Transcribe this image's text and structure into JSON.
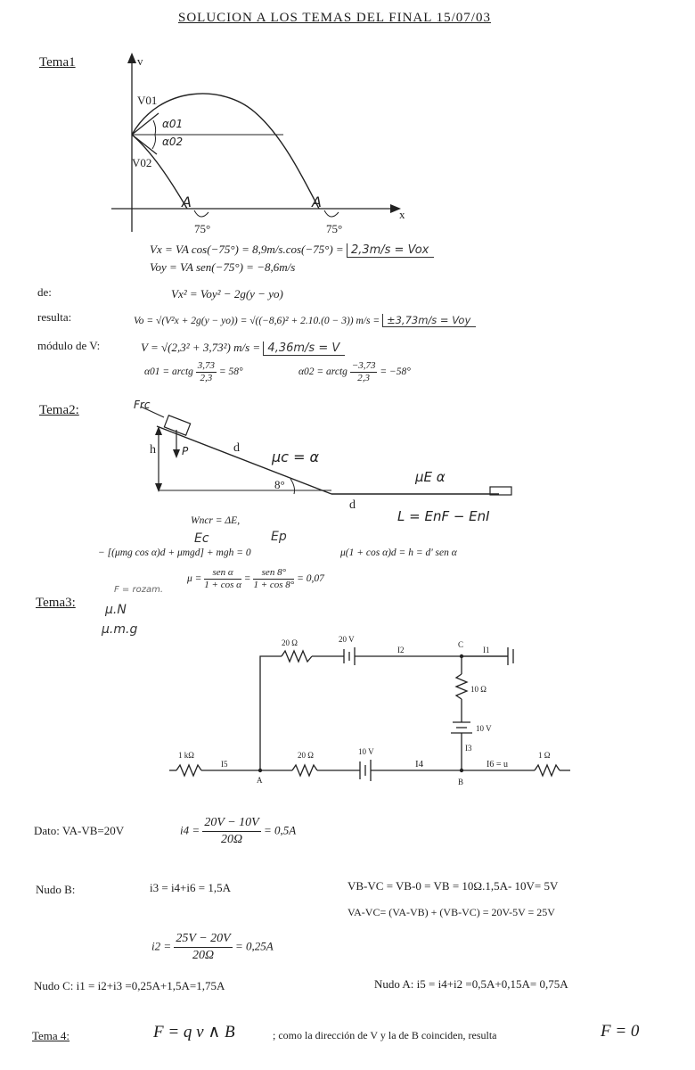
{
  "title": "SOLUCION A LOS TEMAS DEL FINAL 15/07/03",
  "tema1": {
    "heading": "Tema1",
    "diagram": {
      "axis_v": "v",
      "axis_x": "x",
      "v01": "V01",
      "v02": "V02",
      "alpha01": "α01",
      "alpha02": "α02",
      "point_a1": "A",
      "point_a2": "A",
      "angle1": "75°",
      "angle2": "75°"
    },
    "eq_vx": "Vx = VA cos(−75°) = 8,9m/s.cos(−75°) =",
    "eq_vx_box": "2,3m/s = Vox",
    "eq_vy": "Voy = VA sen(−75°) = −8,6m/s",
    "label_de": "de:",
    "eq_de": "Vx² = Voy² − 2g(y − yo)",
    "label_resulta": "resulta:",
    "eq_resulta": "Vo = √(V²x + 2g(y − yo)) = √((−8,6)² + 2.10.(0 − 3)) m/s =",
    "eq_resulta_box": "±3,73m/s = Voy",
    "label_modulo": "módulo de V:",
    "eq_modulo": "V = √(2,3² + 3,73²) m/s =",
    "eq_modulo_box": "4,36m/s = V",
    "alpha01_label": "α01 = arctg",
    "alpha01_num": "3,73",
    "alpha01_den": "2,3",
    "alpha01_result": "= 58°",
    "alpha02_label": "α02 = arctg",
    "alpha02_num": "−3,73",
    "alpha02_den": "2,3",
    "alpha02_result": "= −58°"
  },
  "tema2": {
    "heading": "Tema2:",
    "diagram": {
      "frc": "Frc",
      "p": "P",
      "h": "h",
      "d1": "d",
      "d2": "d",
      "mu_c": "μc = α",
      "mu_e": "μE α",
      "angle": "8°",
      "work_energy": "L = EnF − EnI"
    },
    "eq_w": "Wncr = ΔE,",
    "label_ec": "Ec",
    "label_ep": "Ep",
    "eq_main": "− [(μmg cos α)d + μmgd] + mgh = 0",
    "eq_right": "μ(1 + cos α)d = h = d' sen α",
    "mu_lhs": "μ =",
    "mu_num1": "sen α",
    "mu_den1": "1 + cos α",
    "mu_num2": "sen 8°",
    "mu_den2": "1 + cos 8°",
    "mu_result": "= 0,07",
    "note_f": "F = rozam.",
    "note_mn": "μ.N",
    "note_mmg": "μ.m.g"
  },
  "tema3": {
    "heading": "Tema3:",
    "circuit": {
      "r_top": "20 Ω",
      "v_top": "20 V",
      "i12": "I2",
      "node_c": "C",
      "i1": "I1",
      "r_mid": "10 Ω",
      "v_mid": "10 V",
      "i13": "I3",
      "r_left": "1 kΩ",
      "i15": "I5",
      "node_a": "A",
      "r_bottom": "20 Ω",
      "v_bottom": "10 V",
      "i14": "I4",
      "node_b": "B",
      "i16": "I6 = u",
      "r_right": "1 Ω"
    },
    "dato_label": "Dato: VA-VB=20V",
    "i4_lhs": "i4 =",
    "i4_num": "20V − 10V",
    "i4_den": "20Ω",
    "i4_result": "= 0,5A",
    "nudo_b_label": "Nudo B:",
    "nudo_b_eq": "i3 = i4+i6 = 1,5A",
    "vb_vc": "VB-VC = VB-0 = VB = 10Ω.1,5A- 10V= 5V",
    "va_vc": "VA-VC= (VA-VB) + (VB-VC) = 20V-5V = 25V",
    "i2_lhs": "i2 =",
    "i2_num": "25V − 20V",
    "i2_den": "20Ω",
    "i2_result": "= 0,25A",
    "nudo_c": "Nudo C:   i1 = i2+i3 =0,25A+1,5A=1,75A",
    "nudo_a": "Nudo A:   i5 = i4+i2 =0,5A+0,15A= 0,75A"
  },
  "tema4": {
    "heading": "Tema 4:",
    "formula": "F = q v ∧ B",
    "text": "; como la dirección de V y la de B coinciden, resulta",
    "result": "F = 0"
  }
}
